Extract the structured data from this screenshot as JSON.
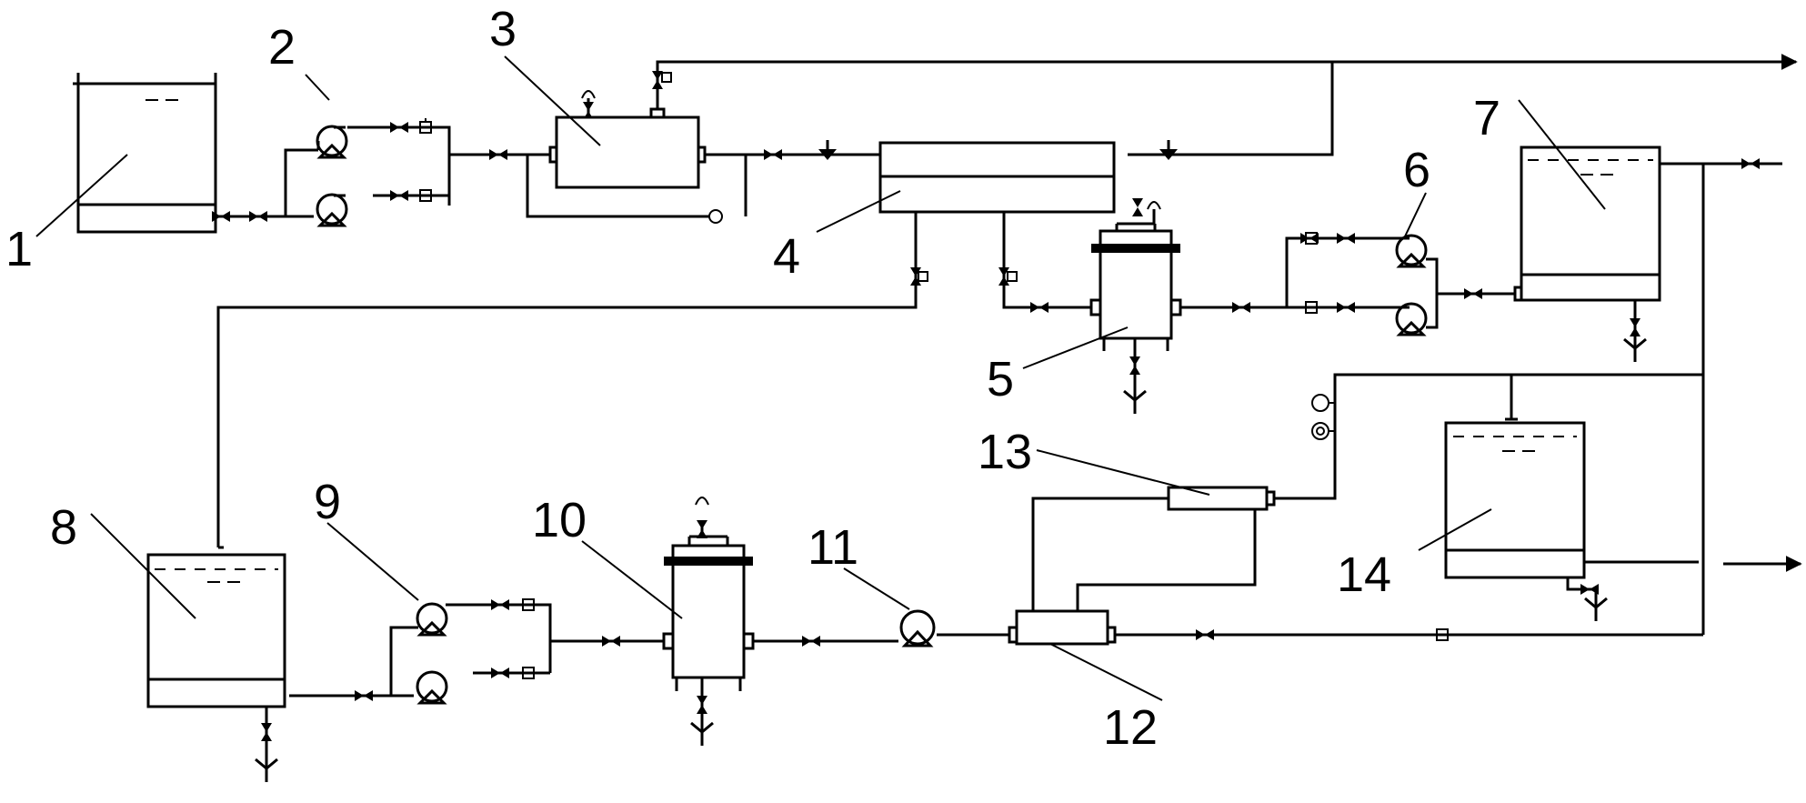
{
  "labels": {
    "n1": "1",
    "n2": "2",
    "n3": "3",
    "n4": "4",
    "n5": "5",
    "n6": "6",
    "n7": "7",
    "n8": "8",
    "n9": "9",
    "n10": "10",
    "n11": "11",
    "n12": "12",
    "n13": "13",
    "n14": "14"
  }
}
